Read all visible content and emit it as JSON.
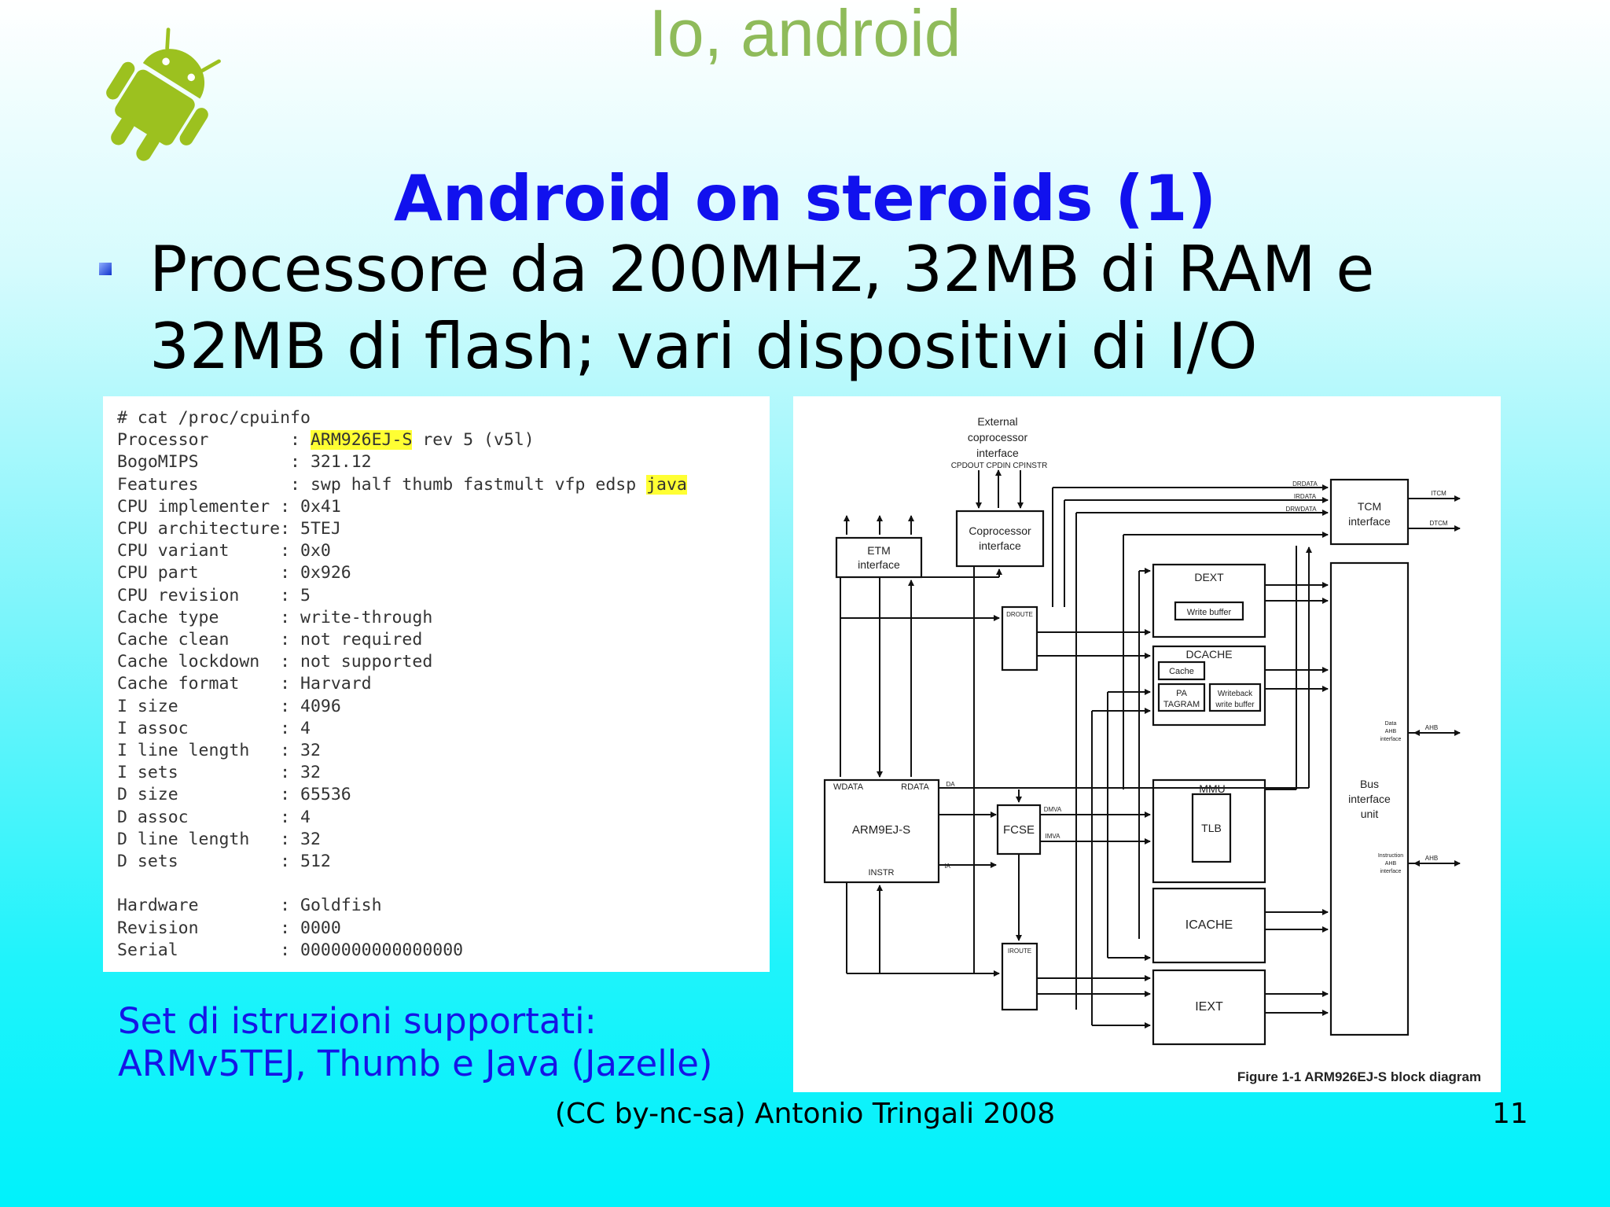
{
  "header": {
    "title": "Io, android"
  },
  "slide": {
    "title": "Android on steroids (1)",
    "bullet_line1": "Processore da 200MHz, 32MB di RAM e",
    "bullet_line2": "32MB di flash; vari dispositivi di I/O"
  },
  "cpuinfo": {
    "command": "# cat /proc/cpuinfo",
    "processor_label": "Processor        : ",
    "processor_name": "ARM926EJ-S",
    "processor_rest": " rev 5 (v5l)",
    "bogomips": "BogoMIPS         : 321.12",
    "features_label": "Features         : swp half thumb fastmult vfp edsp ",
    "features_java": "java",
    "lines_a": [
      "CPU implementer : 0x41",
      "CPU architecture: 5TEJ",
      "CPU variant     : 0x0",
      "CPU part        : 0x926",
      "CPU revision    : 5",
      "Cache type      : write-through",
      "Cache clean     : not required",
      "Cache lockdown  : not supported",
      "Cache format    : Harvard",
      "I size          : 4096",
      "I assoc         : 4",
      "I line length   : 32",
      "I sets          : 32",
      "D size          : 65536",
      "D assoc         : 4",
      "D line length   : 32",
      "D sets          : 512"
    ],
    "lines_b": [
      "Hardware        : Goldfish",
      "Revision        : 0000",
      "Serial          : 0000000000000000"
    ]
  },
  "caption": {
    "line1": "Set di istruzioni supportati:",
    "line2": "ARMv5TEJ, Thumb e Java (Jazelle)"
  },
  "diagram": {
    "ext_cop_1": "External",
    "ext_cop_2": "coprocessor",
    "ext_cop_3": "interface",
    "ext_cop_signals": "CPDOUT CPDIN  CPINSTR",
    "etm_1": "ETM",
    "etm_2": "interface",
    "cop_1": "Coprocessor",
    "cop_2": "interface",
    "tcm_1": "TCM",
    "tcm_2": "interface",
    "drdata": "DRDATA",
    "irdata": "IRDATA",
    "drwdata": "DRWDATA",
    "itcm": "ITCM",
    "dtcm": "DTCM",
    "dext": "DEXT",
    "write_buffer": "Write buffer",
    "droute": "DROUTE",
    "dcache": "DCACHE",
    "cache": "Cache",
    "pa_1": "PA",
    "pa_2": "TAGRAM",
    "wb_1": "Writeback",
    "wb_2": "write buffer",
    "data_ahb_1": "Data",
    "data_ahb_2": "AHB",
    "data_ahb_3": "interface",
    "ahb": "AHB",
    "bus_1": "Bus",
    "bus_2": "interface",
    "bus_3": "unit",
    "instr_ahb_1": "Instruction",
    "instr_ahb_2": "AHB",
    "instr_ahb_3": "interface",
    "wdata": "WDATA",
    "rdata": "RDATA",
    "da": "DA",
    "arm9": "ARM9EJ-S",
    "instr": "INSTR",
    "ia": "IA",
    "fcse": "FCSE",
    "dmva": "DMVA",
    "imva": "IMVA",
    "mmu": "MMU",
    "tlb": "TLB",
    "icache": "ICACHE",
    "iroute": "IROUTE",
    "iext": "IEXT",
    "figure_caption": "Figure 1-1 ARM926EJ-S block diagram"
  },
  "footer": {
    "credit": "(CC by-nc-sa) Antonio Tringali 2008",
    "page": "11"
  }
}
